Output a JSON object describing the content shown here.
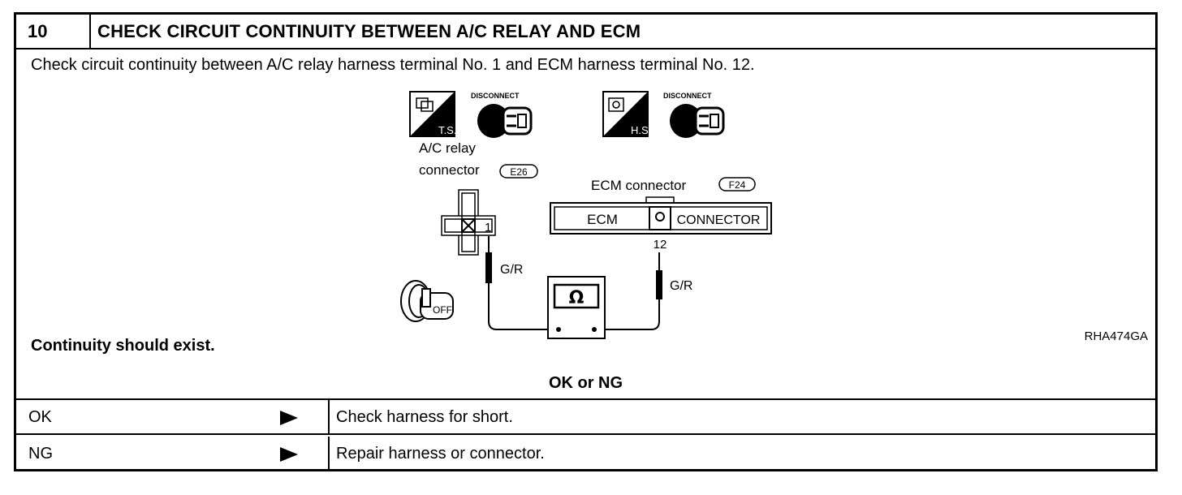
{
  "header": {
    "step_number": "10",
    "title": "CHECK CIRCUIT CONTINUITY BETWEEN A/C RELAY AND ECM"
  },
  "instruction": "Check circuit continuity between A/C relay harness terminal No. 1 and ECM harness terminal No. 12.",
  "diagram": {
    "icon_ts_label": "T.S.",
    "icon_hs_label": "H.S.",
    "disconnect_label_1": "DISCONNECT",
    "disconnect_label_2": "DISCONNECT",
    "relay_label_line1": "A/C  relay",
    "relay_label_line2": "connector",
    "relay_connector_code": "E26",
    "relay_terminal": "1",
    "ecm_label": "ECM  connector",
    "ecm_connector_code": "F24",
    "ecm_text": "ECM",
    "ecm_connector_text": "CONNECTOR",
    "ecm_terminal": "12",
    "wire_left": "G/R",
    "wire_right": "G/R",
    "meter_symbol": "Ω",
    "ignition_label": "OFF",
    "figure_code": "RHA474GA"
  },
  "expected_result": "Continuity should exist.",
  "decision_label": "OK or NG",
  "results": [
    {
      "label": "OK",
      "action": "Check harness for short."
    },
    {
      "label": "NG",
      "action": "Repair harness or connector."
    }
  ]
}
